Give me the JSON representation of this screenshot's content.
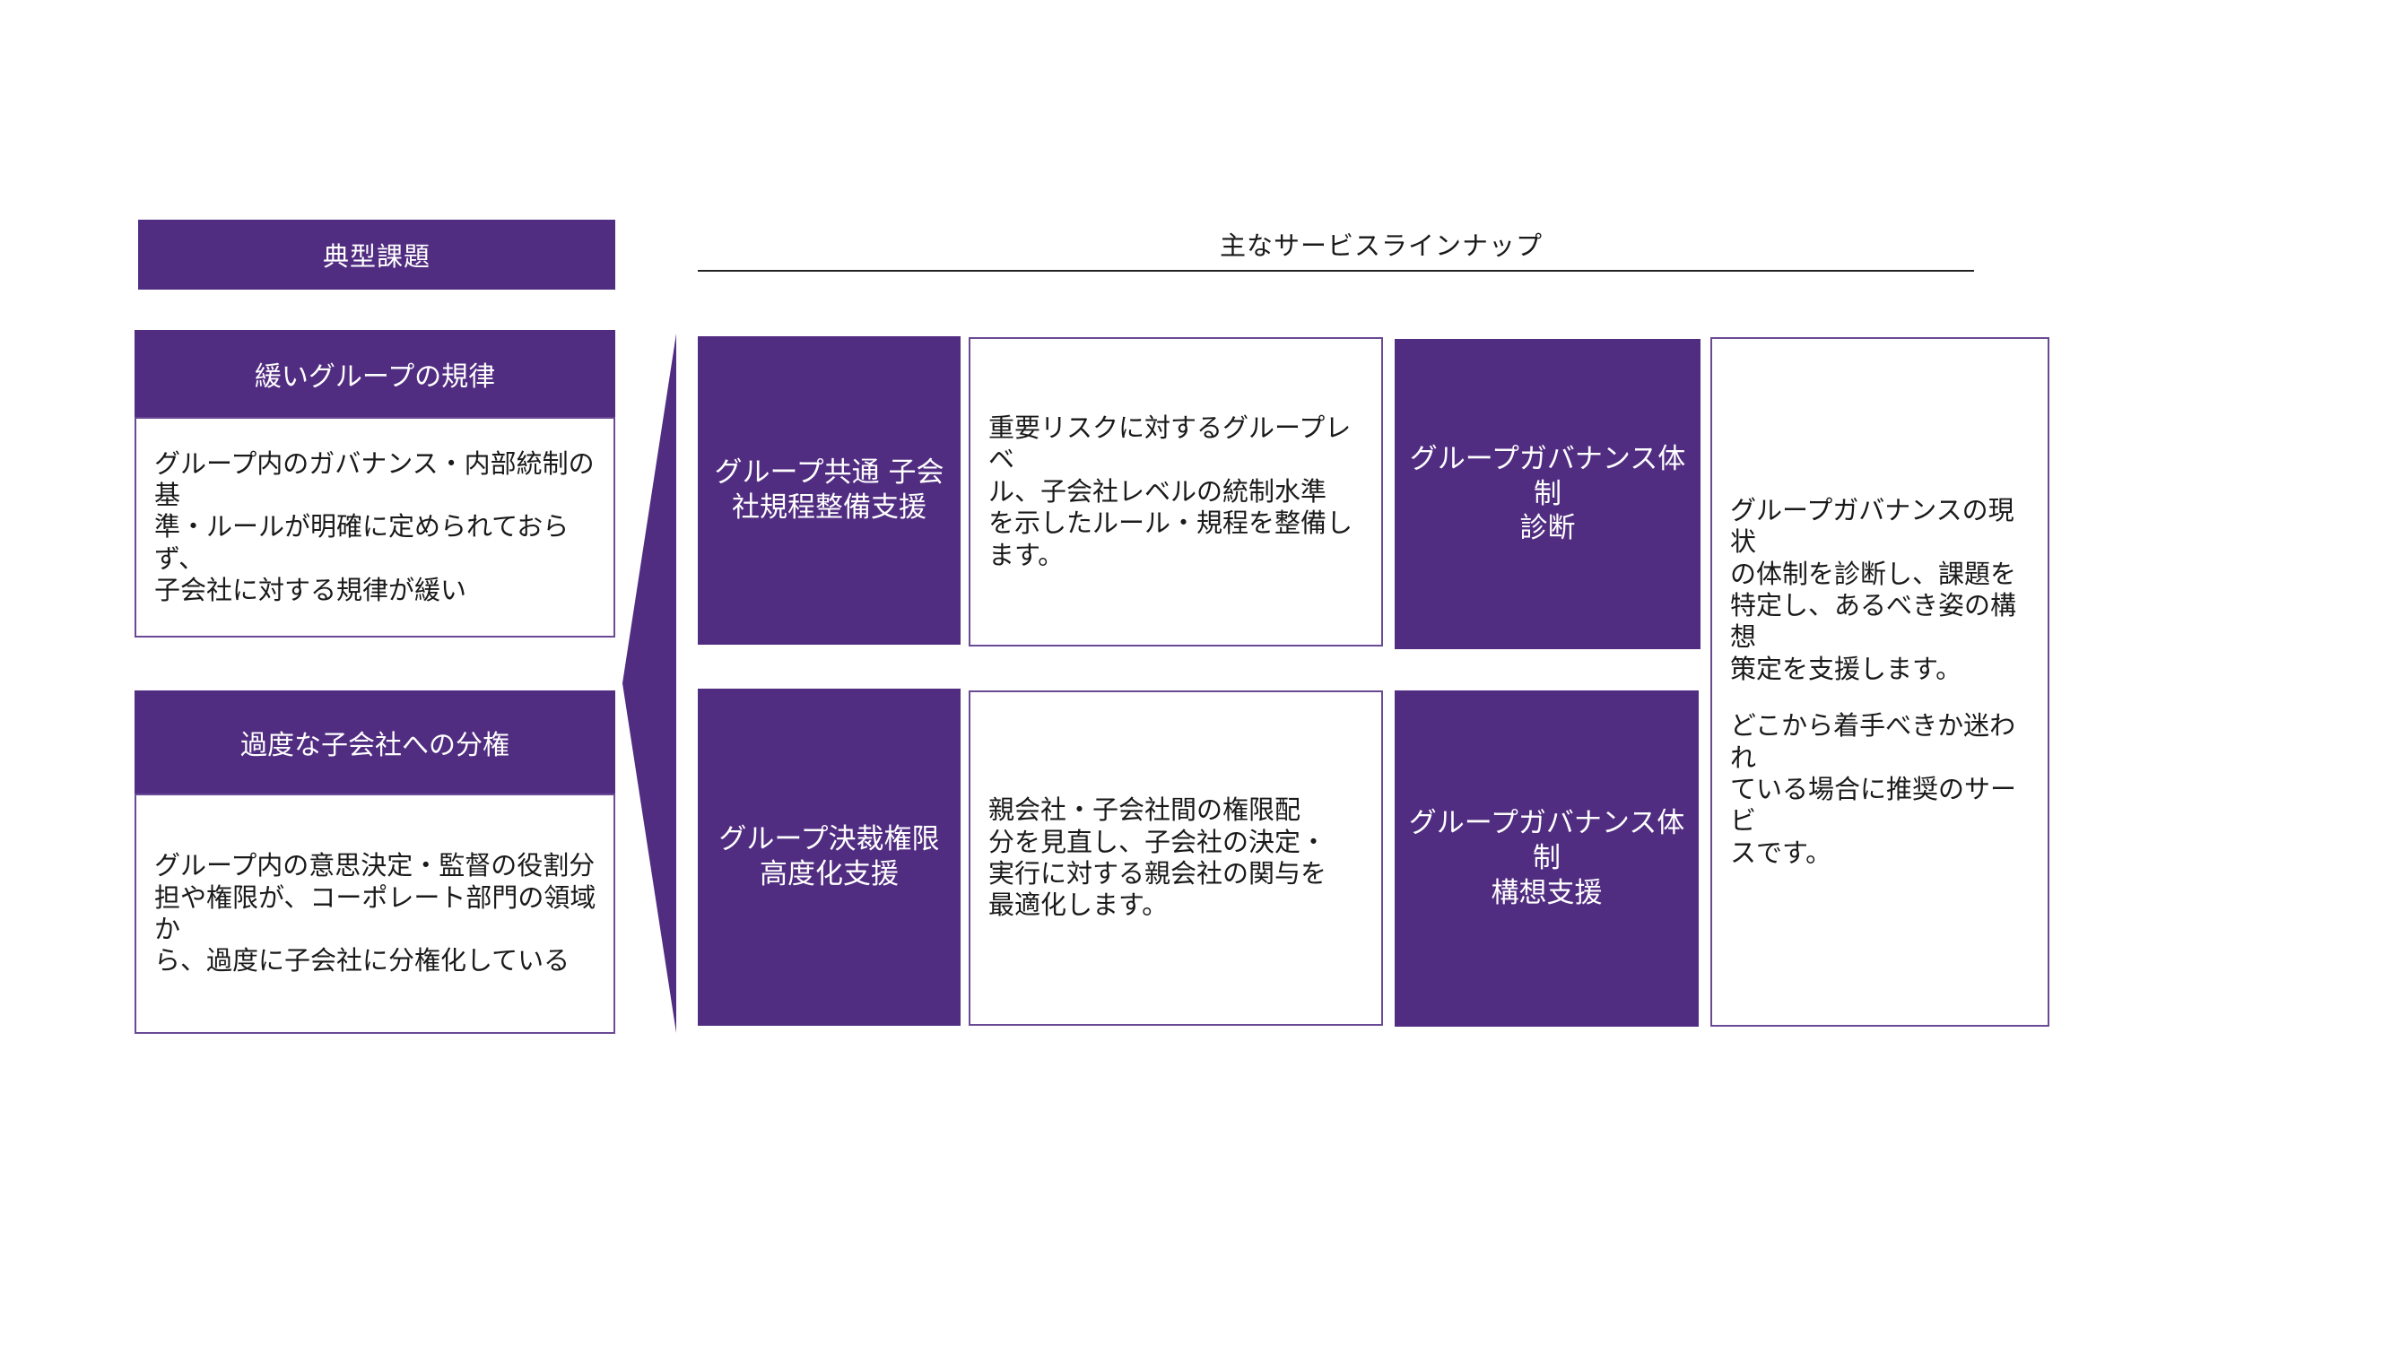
{
  "colors": {
    "purple": "#512d81",
    "border": "#6a4a94",
    "rule": "#222222"
  },
  "issues": {
    "header": "典型課題",
    "items": [
      {
        "title": "緩いグループの規律",
        "body": "グループ内のガバナンス・内部統制の基\n準・ルールが明確に定められておらず、\n子会社に対する規律が緩い"
      },
      {
        "title": "過度な子会社への分権",
        "body": "グループ内の意思決定・監督の役割分\n担や権限が、コーポレート部門の領域か\nら、過度に子会社に分権化している"
      }
    ]
  },
  "services": {
    "header": "主なサービスラインナップ",
    "rows": [
      {
        "title": "グループ共通 子会\n社規程整備支援",
        "description": "重要リスクに対するグループレベ\nル、子会社レベルの統制水準\nを示したルール・規程を整備し\nます。"
      },
      {
        "title": "グループ決裁権限\n高度化支援",
        "description": "親会社・子会社間の権限配\n分を見直し、子会社の決定・\n実行に対する親会社の関与を\n最適化します。"
      }
    ],
    "diagnosis": {
      "title": "グループガバナンス体制\n診断"
    },
    "design": {
      "title": "グループガバナンス体制\n構想支援"
    },
    "side_description": {
      "paragraph1": "グループガバナンスの現状\nの体制を診断し、課題を\n特定し、あるべき姿の構想\n策定を支援します。",
      "paragraph2": "どこから着手べきか迷われ\nている場合に推奨のサービ\nスです。"
    }
  }
}
